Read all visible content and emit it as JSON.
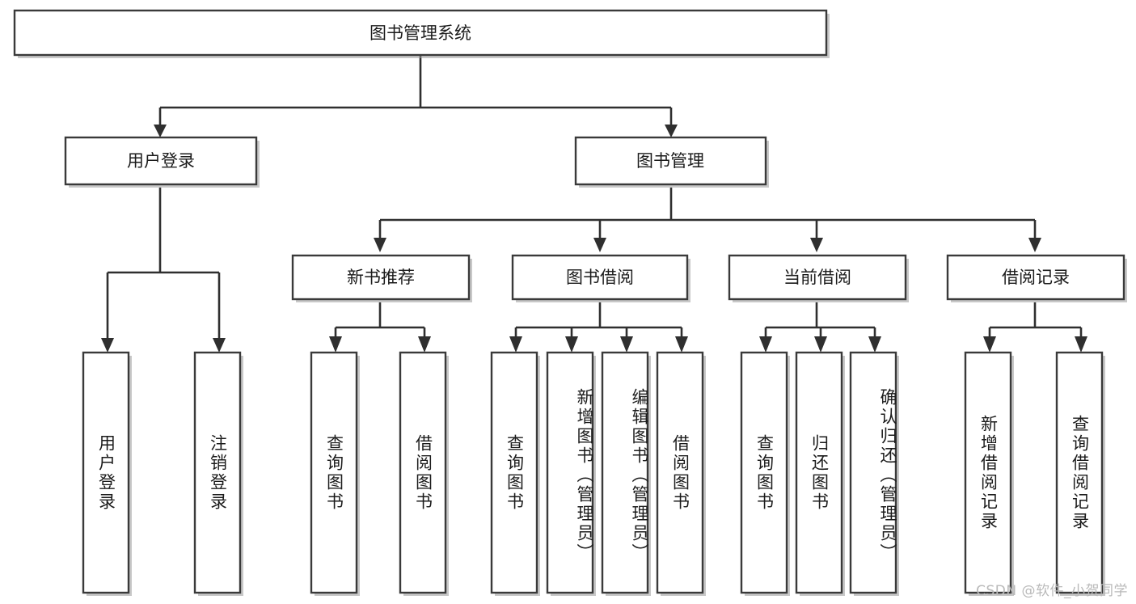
{
  "diagram": {
    "title": "图书管理系统",
    "type": "hierarchy-tree",
    "watermark": "CSDN @软件_小贺同学",
    "colors": {
      "box_stroke": "#3a3a3a",
      "connector": "#2f2f2f",
      "background": "#ffffff",
      "text": "#1b1b1b",
      "watermark": "#b9b9b9"
    },
    "root": {
      "label": "图书管理系统",
      "orientation": "horizontal"
    },
    "level2": [
      {
        "label": "用户登录",
        "orientation": "horizontal"
      },
      {
        "label": "图书管理",
        "orientation": "horizontal"
      }
    ],
    "level3": [
      {
        "label": "新书推荐",
        "orientation": "horizontal"
      },
      {
        "label": "图书借阅",
        "orientation": "horizontal"
      },
      {
        "label": "当前借阅",
        "orientation": "horizontal"
      },
      {
        "label": "借阅记录",
        "orientation": "horizontal"
      }
    ],
    "leaves": {
      "user_login": [
        {
          "label": "用户登录",
          "orientation": "vertical"
        },
        {
          "label": "注销登录",
          "orientation": "vertical"
        }
      ],
      "new_book_recommend": [
        {
          "label": "查询图书",
          "orientation": "vertical"
        },
        {
          "label": "借阅图书",
          "orientation": "vertical"
        }
      ],
      "book_borrow": [
        {
          "label": "查询图书",
          "orientation": "vertical"
        },
        {
          "label": "新增图书（管理员）",
          "orientation": "vertical"
        },
        {
          "label": "编辑图书（管理员）",
          "orientation": "vertical"
        },
        {
          "label": "借阅图书",
          "orientation": "vertical"
        }
      ],
      "current_borrow": [
        {
          "label": "查询图书",
          "orientation": "vertical"
        },
        {
          "label": "归还图书",
          "orientation": "vertical"
        },
        {
          "label": "确认归还（管理员）",
          "orientation": "vertical"
        }
      ],
      "borrow_record": [
        {
          "label": "新增借阅记录",
          "orientation": "vertical"
        },
        {
          "label": "查询借阅记录",
          "orientation": "vertical"
        }
      ]
    }
  }
}
